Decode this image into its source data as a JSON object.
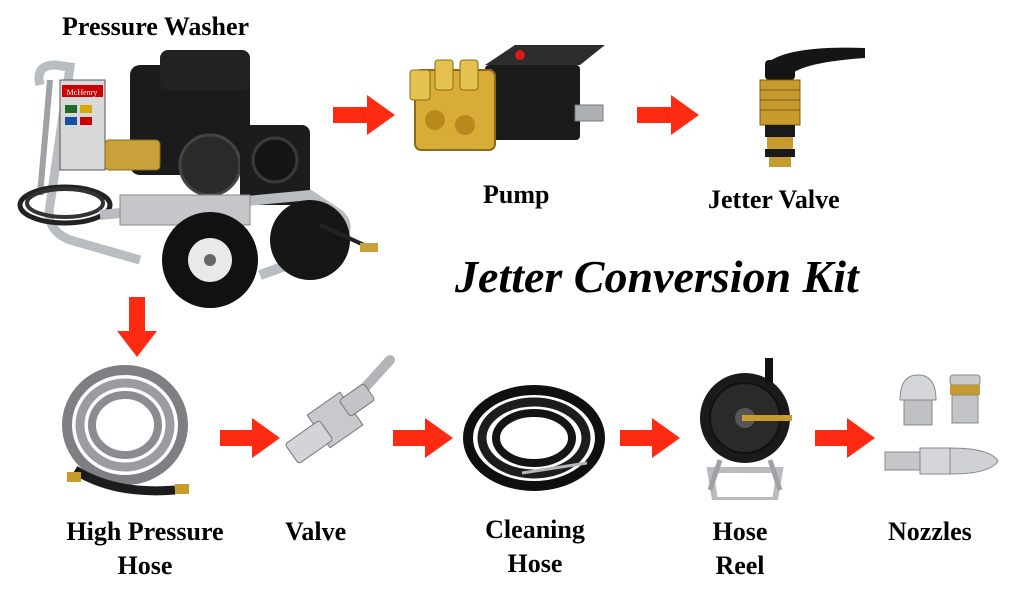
{
  "title": "Jetter Conversion Kit",
  "accent_color": "#ff2a12",
  "labels": {
    "pressure_washer": "Pressure Washer",
    "pump": "Pump",
    "jetter_valve": "Jetter Valve",
    "high_pressure_hose": [
      "High Pressure",
      "Hose"
    ],
    "valve": "Valve",
    "cleaning_hose": [
      "Cleaning",
      "Hose"
    ],
    "hose_reel": [
      "Hose",
      "Reel"
    ],
    "nozzles": "Nozzles"
  },
  "brand": "McHenry",
  "icons": [
    "pressure-washer-image",
    "pump-image",
    "jetter-valve-image",
    "high-pressure-hose-image",
    "ball-valve-image",
    "cleaning-hose-image",
    "hose-reel-image",
    "nozzles-image",
    "right-arrow-icon",
    "down-arrow-icon"
  ]
}
